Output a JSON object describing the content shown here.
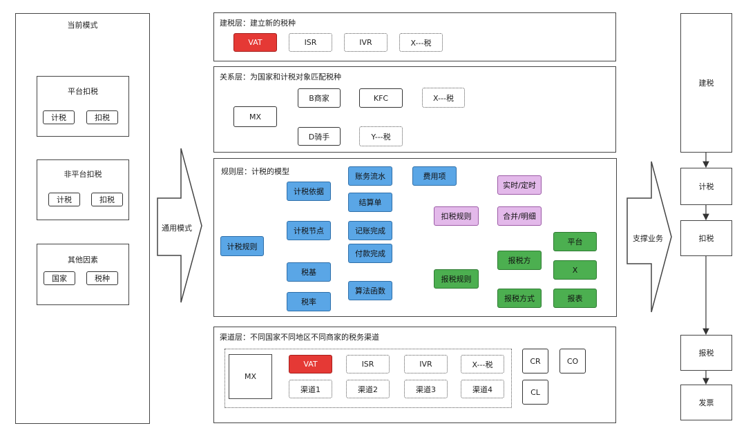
{
  "left": {
    "title": "当前模式",
    "groups": [
      {
        "title": "平台扣税",
        "items": [
          "计税",
          "扣税"
        ]
      },
      {
        "title": "非平台扣税",
        "items": [
          "计税",
          "扣税"
        ]
      },
      {
        "title": "其他因素",
        "items": [
          "国家",
          "税种"
        ]
      }
    ]
  },
  "arrows": {
    "common": "通用模式",
    "support": "支撑业务"
  },
  "tax_layer": {
    "title": "建税层：建立新的税种",
    "items": [
      "VAT",
      "ISR",
      "IVR",
      "X---税"
    ]
  },
  "relation_layer": {
    "title": "关系层：为国家和计税对象匹配税种",
    "root": "MX",
    "merchant": "B商家",
    "rider": "D骑手",
    "kfc": "KFC",
    "x_tax": "X---税",
    "y_tax": "Y---税"
  },
  "rule_layer": {
    "title": "规则层：计税的模型",
    "root": "计税规则",
    "basis": "计税依据",
    "node": "计税节点",
    "base": "税基",
    "rate": "税率",
    "flow": "账务流水",
    "fee": "费用项",
    "settle": "结算单",
    "booked": "记账完成",
    "paid": "付款完成",
    "algo": "算法函数",
    "withhold": "扣税规则",
    "realtime": "实时/定时",
    "merge": "合并/明细",
    "report_rule": "报税规则",
    "reporter": "报税方",
    "report_mode": "报税方式",
    "platform": "平台",
    "x": "X",
    "report": "报表"
  },
  "channel_layer": {
    "title": "渠道层：不同国家不同地区不同商家的税务渠道",
    "mx": "MX",
    "taxes": [
      "VAT",
      "ISR",
      "IVR",
      "X---税"
    ],
    "channels": [
      "渠道1",
      "渠道2",
      "渠道3",
      "渠道4"
    ],
    "cr": "CR",
    "co": "CO",
    "cl": "CL"
  },
  "right": {
    "steps": [
      "建税",
      "计税",
      "扣税",
      "报税",
      "发票"
    ]
  },
  "colors": {
    "red": "#e53935",
    "blue": "#5aa6e6",
    "pink": "#e3b9ea",
    "green": "#4caf50"
  }
}
